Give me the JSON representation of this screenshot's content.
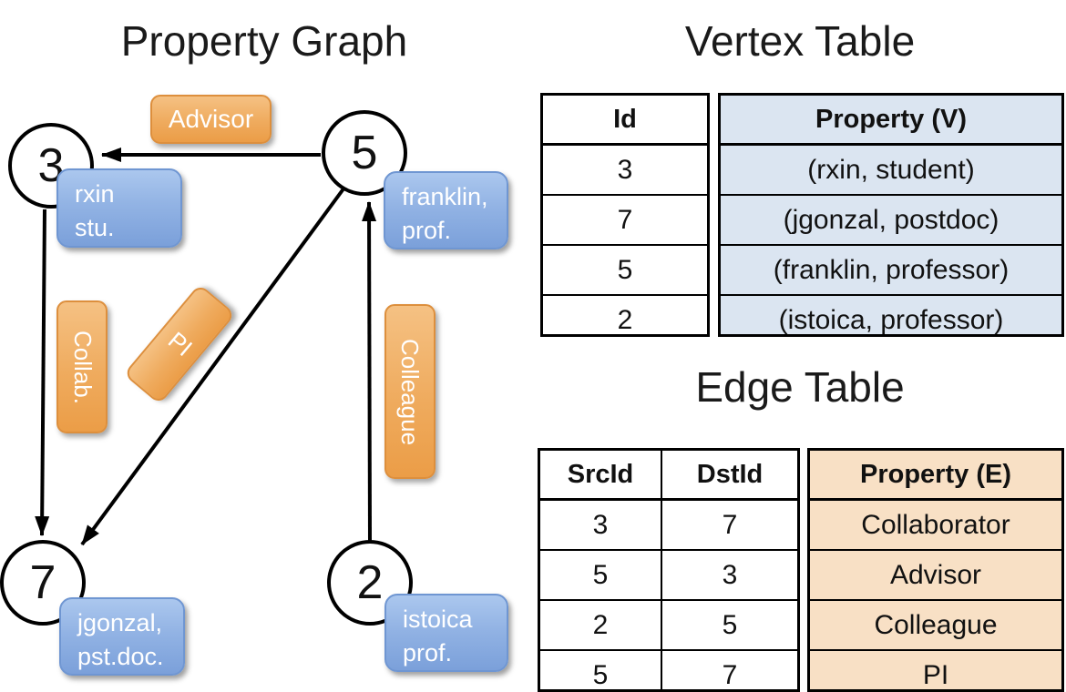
{
  "graph": {
    "title": "Property Graph",
    "nodes": {
      "n3": "3",
      "n5": "5",
      "n7": "7",
      "n2": "2"
    },
    "vertex_boxes": {
      "v3": {
        "line1": "rxin",
        "line2": "stu."
      },
      "v5": {
        "line1": "franklin,",
        "line2": "prof."
      },
      "v7": {
        "line1": "jgonzal,",
        "line2": "pst.doc."
      },
      "v2": {
        "line1": "istoica",
        "line2": "prof."
      }
    },
    "edge_labels": {
      "advisor": "Advisor",
      "collab": "Collab.",
      "pi": "PI",
      "colleague": "Colleague"
    }
  },
  "vertex_table": {
    "title": "Vertex Table",
    "columns": {
      "id": "Id",
      "property": "Property (V)"
    },
    "rows": [
      {
        "id": "3",
        "property": "(rxin, student)"
      },
      {
        "id": "7",
        "property": "(jgonzal, postdoc)"
      },
      {
        "id": "5",
        "property": "(franklin, professor)"
      },
      {
        "id": "2",
        "property": "(istoica, professor)"
      }
    ]
  },
  "edge_table": {
    "title": "Edge Table",
    "columns": {
      "src": "SrcId",
      "dst": "DstId",
      "property": "Property (E)"
    },
    "rows": [
      {
        "src": "3",
        "dst": "7",
        "property": "Collaborator"
      },
      {
        "src": "5",
        "dst": "3",
        "property": "Advisor"
      },
      {
        "src": "2",
        "dst": "5",
        "property": "Colleague"
      },
      {
        "src": "5",
        "dst": "7",
        "property": "PI"
      }
    ]
  },
  "colors": {
    "vertex_box_blue": "#8fb2e4",
    "vertex_box_border": "#6f96d2",
    "edge_box_orange": "#efab5e",
    "edge_box_border": "#dd8f3d",
    "vertex_table_fill": "#dbe5f1",
    "edge_table_fill": "#f8e0c5",
    "line_black": "#000000"
  }
}
